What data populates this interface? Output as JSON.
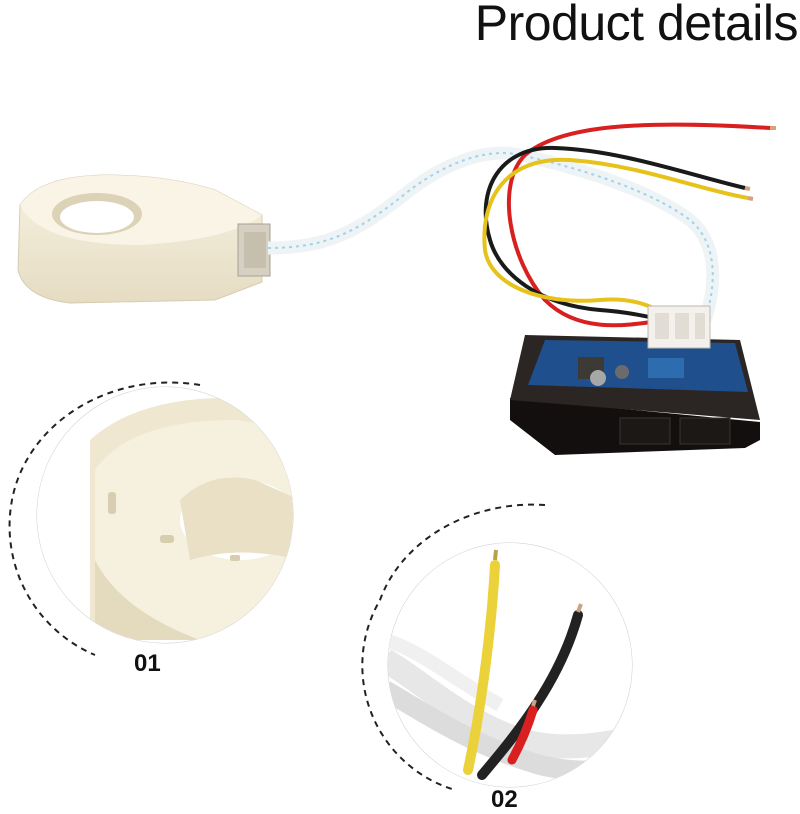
{
  "title": "Product details",
  "details": [
    {
      "label": "01"
    },
    {
      "label": "02"
    }
  ],
  "colors": {
    "background": "#ffffff",
    "sensor_body": "#f2ecd9",
    "wire_red": "#d92020",
    "wire_yellow": "#e6c21a",
    "wire_black": "#1a1a1a",
    "meter_case": "#1e1a18",
    "pcb": "#1f4f8c"
  }
}
